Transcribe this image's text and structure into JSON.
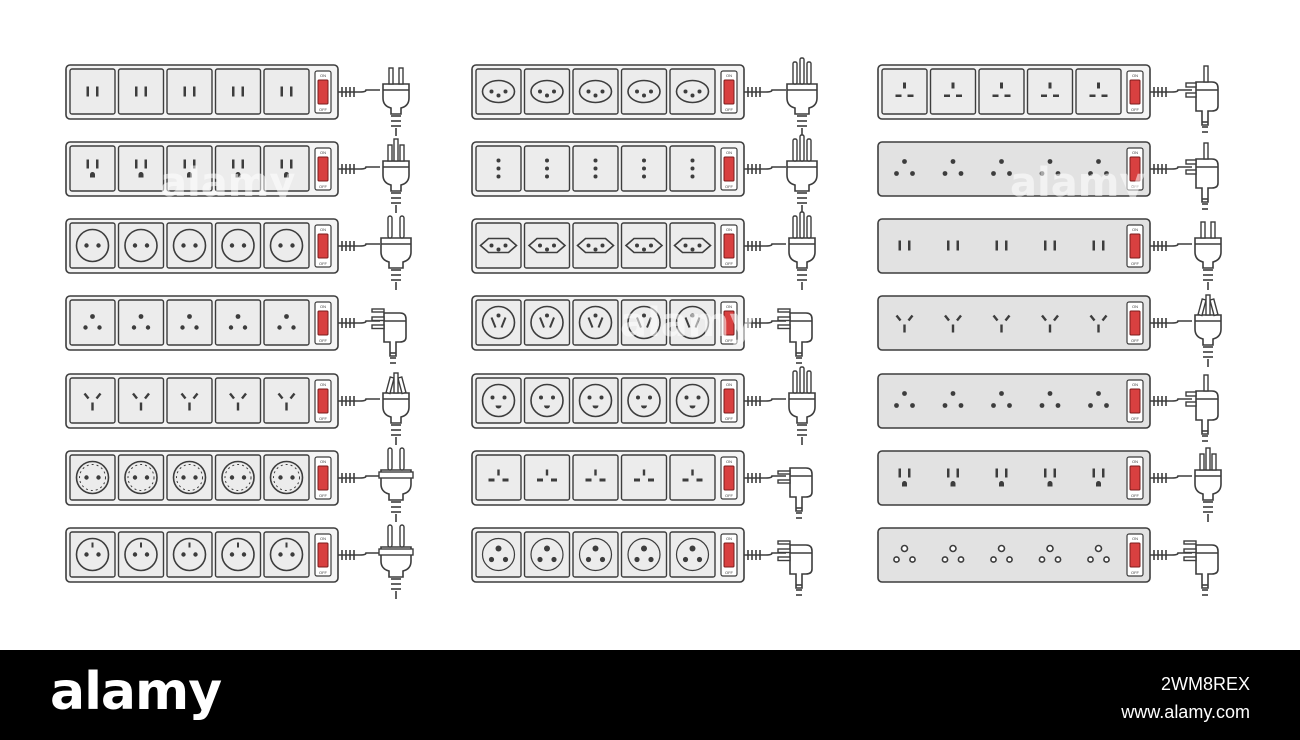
{
  "colors": {
    "outline": "#3d3d3d",
    "strip_white": "#f4f4f4",
    "strip_gray": "#e2e2e2",
    "socket_face": "#ececec",
    "switch_red": "#d84040",
    "footer_bg": "#000000",
    "footer_text": "#ffffff"
  },
  "switch": {
    "on_label": "ON",
    "off_label": "OFF"
  },
  "footer": {
    "logo": "alamy",
    "image_id": "2WM8REX",
    "site": "www.alamy.com"
  },
  "watermark": "alamy",
  "strips": [
    {
      "socket": "type-a",
      "plug": "us-2pin",
      "body": "boxed"
    },
    {
      "socket": "type-b",
      "plug": "us-3pin",
      "body": "boxed"
    },
    {
      "socket": "type-c",
      "plug": "europlug",
      "body": "boxed"
    },
    {
      "socket": "type-d",
      "plug": "angled-3round",
      "body": "boxed"
    },
    {
      "socket": "type-i",
      "plug": "au-3pin",
      "body": "boxed"
    },
    {
      "socket": "type-f",
      "plug": "schuko",
      "body": "boxed"
    },
    {
      "socket": "type-e",
      "plug": "french",
      "body": "boxed"
    },
    {
      "socket": "type-n",
      "plug": "brazil-3pin",
      "body": "boxed"
    },
    {
      "socket": "type-l",
      "plug": "italy-3pin",
      "body": "boxed"
    },
    {
      "socket": "type-j",
      "plug": "swiss-3pin",
      "body": "boxed"
    },
    {
      "socket": "type-h",
      "plug": "angled-flat",
      "body": "boxed"
    },
    {
      "socket": "type-k",
      "plug": "danish-3pin",
      "body": "boxed"
    },
    {
      "socket": "type-o",
      "plug": "angled-2pin",
      "body": "boxed"
    },
    {
      "socket": "type-m",
      "plug": "angled-round",
      "body": "boxed"
    },
    {
      "socket": "type-g",
      "plug": "uk-angled",
      "body": "boxed"
    },
    {
      "socket": "type-g-dots",
      "plug": "uk-angled",
      "body": "plain"
    },
    {
      "socket": "type-a",
      "plug": "us-2pin",
      "body": "plain"
    },
    {
      "socket": "type-i",
      "plug": "au-3pin",
      "body": "plain"
    },
    {
      "socket": "type-g-dots",
      "plug": "uk-angled",
      "body": "plain"
    },
    {
      "socket": "type-b",
      "plug": "us-3pin",
      "body": "plain"
    },
    {
      "socket": "type-m-dots",
      "plug": "angled-round",
      "body": "plain"
    }
  ]
}
